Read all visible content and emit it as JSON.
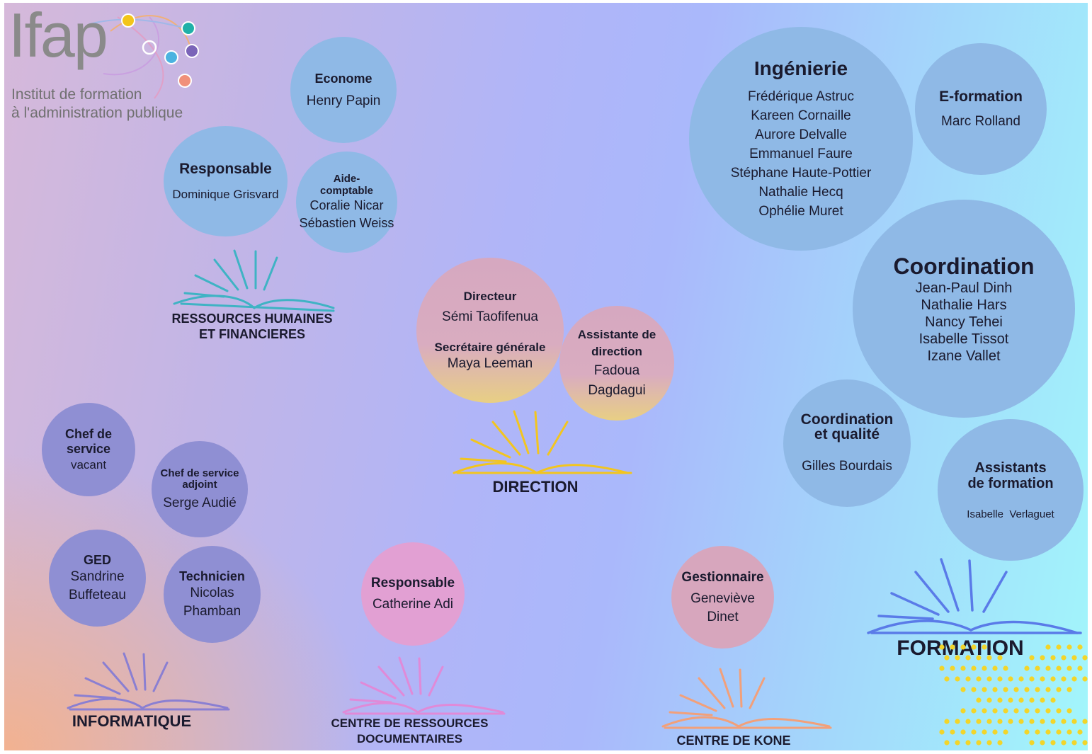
{
  "logo": {
    "brand": "Ifap",
    "tagline_line1": "Institut de formation",
    "tagline_line2": "à l'administration publique"
  },
  "colors": {
    "rh_book": "#3fb3c4",
    "direction_book": "#f2c520",
    "info_book": "#8a7fd2",
    "crd_book": "#e08ad8",
    "kone_book": "#f2a07a",
    "formation_book": "#5a7be8",
    "dots": "#f2d52a"
  },
  "sections": {
    "rh": {
      "label_line1": "RESSOURCES HUMAINES",
      "label_line2": "ET FINANCIERES",
      "econome": {
        "title": "Econome",
        "name": "Henry Papin"
      },
      "responsable": {
        "title": "Responsable",
        "name": "Dominique Grisvard"
      },
      "aide": {
        "title_line1": "Aide-",
        "title_line2": "comptable",
        "names": [
          "Coralie Nicar",
          "Sébastien Weiss"
        ]
      }
    },
    "direction": {
      "label": "DIRECTION",
      "directeur": {
        "title": "Directeur",
        "name": "Sémi Taofifenua",
        "title2": "Secrétaire générale",
        "name2": "Maya Leeman"
      },
      "assistante": {
        "title_line1": "Assistante de",
        "title_line2": "direction",
        "name_line1": "Fadoua",
        "name_line2": "Dagdagui"
      }
    },
    "formation": {
      "label": "FORMATION",
      "ingenierie": {
        "title": "Ingénierie",
        "names": [
          "Frédérique Astruc",
          "Kareen Cornaille",
          "Aurore Delvalle",
          "Emmanuel Faure",
          "Stéphane Haute-Pottier",
          "Nathalie Hecq",
          "Ophélie Muret"
        ]
      },
      "eformation": {
        "title": "E-formation",
        "name": "Marc Rolland"
      },
      "coordination": {
        "title": "Coordination",
        "names": [
          "Jean-Paul Dinh",
          "Nathalie Hars",
          "Nancy Tehei",
          "Isabelle Tissot",
          "Izane Vallet"
        ]
      },
      "qualite": {
        "title_line1": "Coordination",
        "title_line2": "et qualité",
        "name": "Gilles Bourdais"
      },
      "assistants": {
        "title_line1": "Assistants",
        "title_line2": "de formation",
        "name": "Isabelle  Verlaguet"
      }
    },
    "informatique": {
      "label": "INFORMATIQUE",
      "chef": {
        "title": "Chef de service",
        "name": "vacant"
      },
      "adjoint": {
        "title_line1": "Chef de service",
        "title_line2": "adjoint",
        "name": "Serge Audié"
      },
      "ged": {
        "title": "GED",
        "name_line1": "Sandrine",
        "name_line2": "Buffeteau"
      },
      "technicien": {
        "title": "Technicien",
        "name_line1": "Nicolas",
        "name_line2": "Phamban"
      }
    },
    "crd": {
      "label_line1": "CENTRE DE RESSOURCES",
      "label_line2": "DOCUMENTAIRES",
      "responsable": {
        "title": "Responsable",
        "name": "Catherine Adi"
      }
    },
    "kone": {
      "label": "CENTRE DE KONE",
      "gestionnaire": {
        "title": "Gestionnaire",
        "name_line1": "Geneviève",
        "name_line2": "Dinet"
      }
    }
  }
}
